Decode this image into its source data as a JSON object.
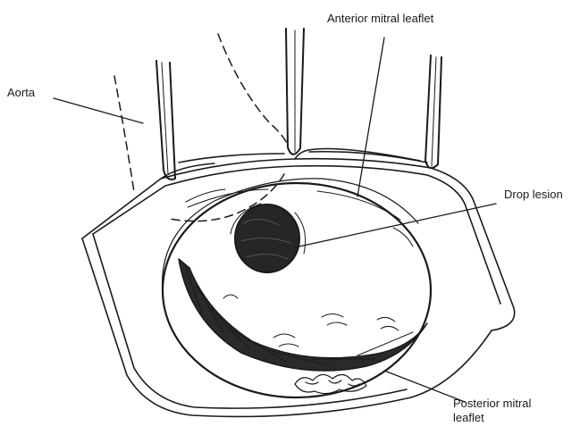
{
  "labels": {
    "aorta": "Aorta",
    "anterior_mitral_leaflet": "Anterior mitral leaflet",
    "drop_lesion": "Drop lesion",
    "posterior_mitral_leaflet_line1": "Posterior mitral",
    "posterior_mitral_leaflet_line2": "leaflet"
  },
  "colors": {
    "ink": "#1a1a1a",
    "background": "#ffffff"
  }
}
